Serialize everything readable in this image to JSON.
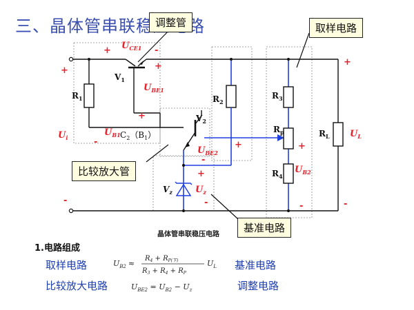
{
  "title": "三、晶体管串联稳压电路",
  "callouts": {
    "adjust_tube": "调整管",
    "sampling_circuit": "取样电路",
    "compare_amp": "比较放大管",
    "reference_circuit": "基准电路"
  },
  "diagram_labels": {
    "v1": "V",
    "v1_sub": "1",
    "v2": "V",
    "v2_sub": "2",
    "vz": "V",
    "vz_sub": "z",
    "r1": "R",
    "r1_sub": "1",
    "r2": "R",
    "r2_sub": "2",
    "r3": "R",
    "r3_sub": "3",
    "r4": "R",
    "r4_sub": "4",
    "rp": "R",
    "rp_sub": "p",
    "rl": "R",
    "rl_sub": "L",
    "ui": "U",
    "ui_sub": "i",
    "ul": "U",
    "ul_sub": "L",
    "uce1": "U",
    "uce1_sub": "CE1",
    "ube1": "U",
    "ube1_sub": "BE1",
    "ub1": "U",
    "ub1_sub": "B1",
    "ube2": "U",
    "ube2_sub": "BE2",
    "ub2": "U",
    "ub2_sub": "B2",
    "uz": "U",
    "uz_sub": "z",
    "c2b1": "C",
    "c2b1_sub": "2",
    "c2b1_tail": "（B",
    "c2b1_sub2": "1",
    "c2b1_end": "）",
    "plus": "+",
    "minus": "-"
  },
  "caption": "晶体管串联稳压电路",
  "section": {
    "heading": "1.电路组成",
    "items": [
      "取样电路",
      "比较放大电路",
      "基准电路",
      "调整电路"
    ]
  },
  "formulas": {
    "f1_left": "U",
    "f1_left_sub": "B2",
    "f1_approx": "≈",
    "f1_num": "R",
    "f1_num_sub": "4",
    "f1_num_plus": " + R",
    "f1_num_sub2": "P(下)",
    "f1_den": "R",
    "f1_den_sub": "3",
    "f1_den_mid": " + R",
    "f1_den_sub2": "4",
    "f1_den_end": " + R",
    "f1_den_sub3": "P",
    "f1_right": "U",
    "f1_right_sub": "L",
    "f2_left": "U",
    "f2_left_sub": "BE2",
    "f2_eq": " = U",
    "f2_mid_sub": "B2",
    "f2_minus": " − U",
    "f2_end_sub": "z"
  },
  "colors": {
    "title": "#3a4fb0",
    "label_red": "#e8202a",
    "wire_blue": "#1f3fe0",
    "text_blue": "#1f3fb0",
    "callout_bg": "#fffde0"
  }
}
